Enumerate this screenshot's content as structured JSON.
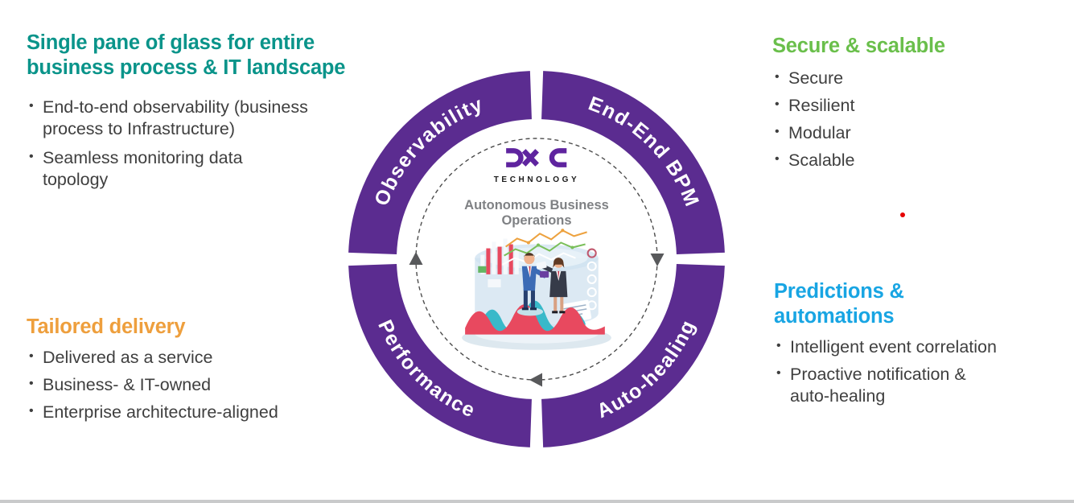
{
  "slide": {
    "background": "#ffffff",
    "footer_bar_color": "#c9cacb",
    "red_dot_color": "#e60000"
  },
  "sections": {
    "single_pane": {
      "heading": "Single pane of glass for entire business process & IT landscape",
      "heading_color": "#0a948a",
      "bullets": [
        "End-to-end observability (business process to Infrastructure)",
        "Seamless monitoring data topology"
      ]
    },
    "secure_scalable": {
      "heading": "Secure & scalable",
      "heading_color": "#6abf4b",
      "bullets": [
        "Secure",
        "Resilient",
        "Modular",
        "Scalable"
      ]
    },
    "tailored_delivery": {
      "heading": "Tailored delivery",
      "heading_color": "#ee9f3d",
      "bullets": [
        "Delivered as a service",
        "Business- & IT-owned",
        "Enterprise architecture-aligned"
      ]
    },
    "predictions_automations": {
      "heading": "Predictions & automations",
      "heading_color": "#18a5e3",
      "bullets": [
        "Intelligent event correlation",
        "Proactive notification & auto-healing"
      ]
    }
  },
  "wheel": {
    "ring_color": "#5b2c90",
    "label_color": "#ffffff",
    "segments": [
      {
        "position": "top-left",
        "label": "Observability"
      },
      {
        "position": "top-right",
        "label": "End-End BPM"
      },
      {
        "position": "bottom-left",
        "label": "Performance"
      },
      {
        "position": "bottom-right",
        "label": "Auto-healing"
      }
    ],
    "center": {
      "logo": "DXC",
      "logo_subtitle": "TECHNOLOGY",
      "logo_color": "#5f249f",
      "caption": "Autonomous Business Operations",
      "caption_color": "#7f8184"
    }
  }
}
